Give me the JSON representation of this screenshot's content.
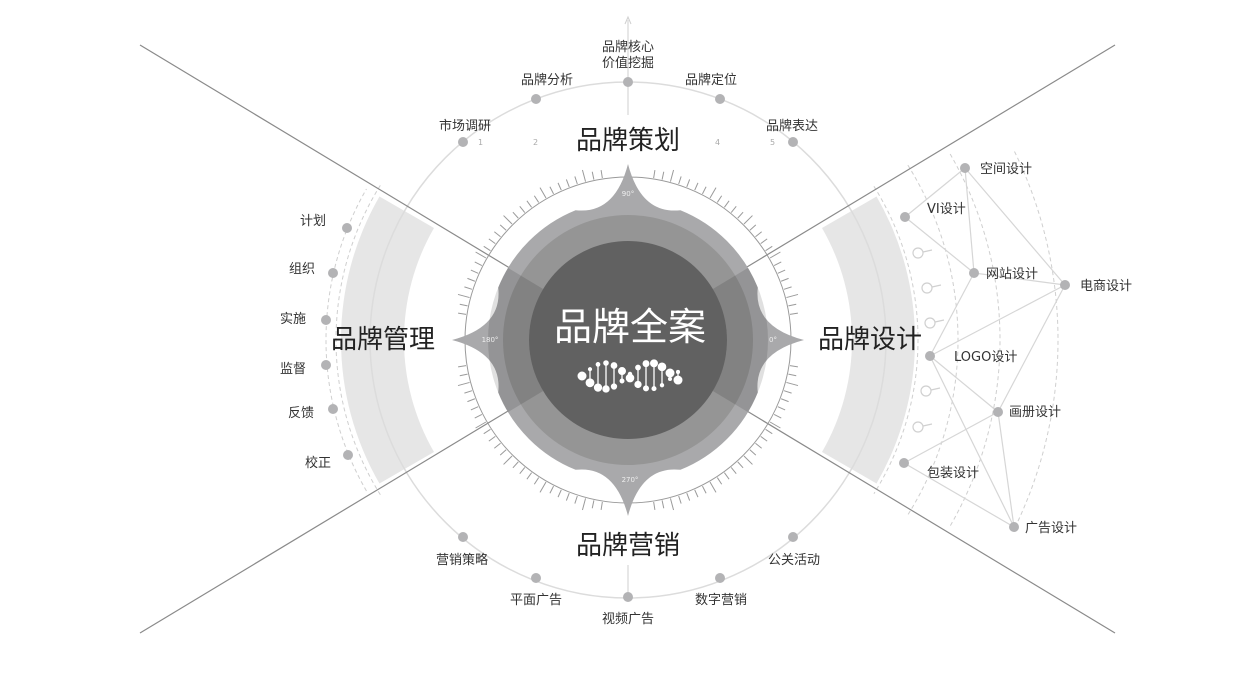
{
  "center": {
    "title": "品牌全案",
    "degrees": [
      "90°",
      "180°",
      "0°",
      "270°"
    ]
  },
  "colors": {
    "node": "#b3b3b5",
    "line": "#d6d6d6",
    "band": "#e6e6e6",
    "outer": "#a9a9ab",
    "middle": "#959595",
    "core": "#616161",
    "axis": "#888888"
  },
  "planning": {
    "title": "品牌策划",
    "nodes": [
      "市场调研",
      "品牌分析",
      "品牌核心\n价值挖掘",
      "品牌定位",
      "品牌表达"
    ],
    "core_line1": "品牌核心",
    "core_line2": "价值挖掘",
    "numbers": [
      "1",
      "2",
      "4",
      "5"
    ]
  },
  "marketing": {
    "title": "品牌营销",
    "nodes": [
      "营销策略",
      "平面广告",
      "视频广告",
      "数字营销",
      "公关活动"
    ]
  },
  "management": {
    "title": "品牌管理",
    "nodes": [
      "计划",
      "组织",
      "实施",
      "监督",
      "反馈",
      "校正"
    ]
  },
  "design": {
    "title": "品牌设计",
    "nodes": [
      "空间设计",
      "VI设计",
      "网站设计",
      "电商设计",
      "LOGO设计",
      "画册设计",
      "包装设计",
      "广告设计"
    ]
  }
}
